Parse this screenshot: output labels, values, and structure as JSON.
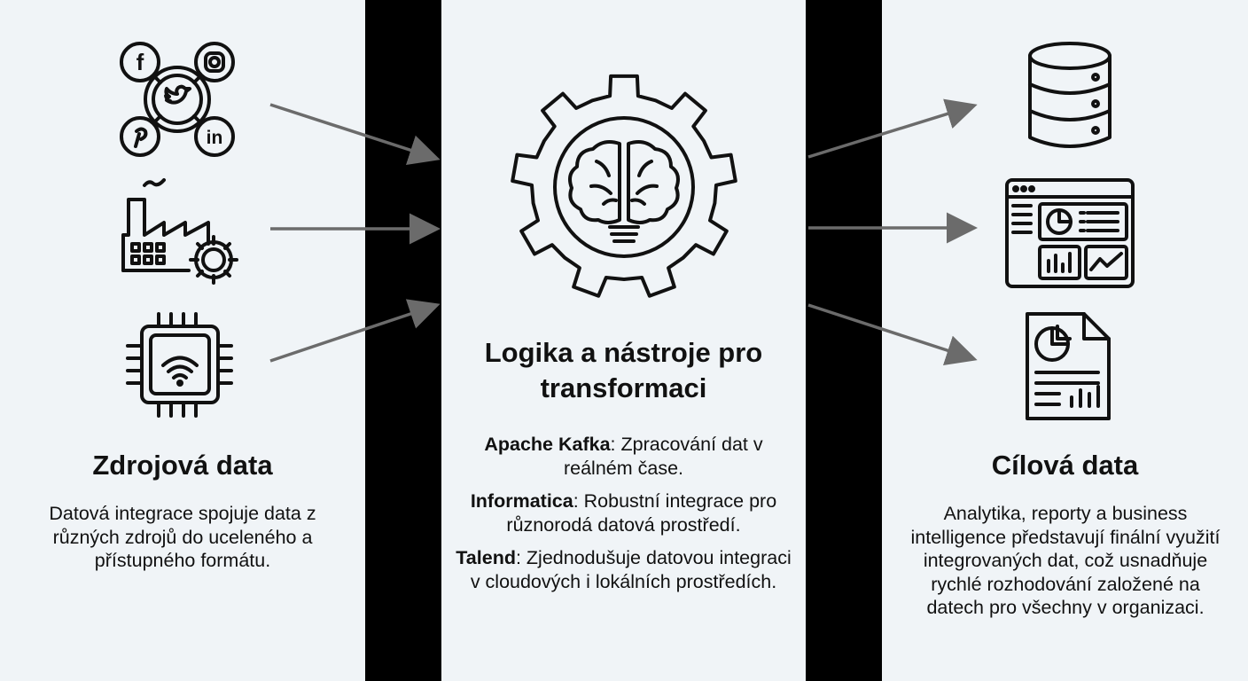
{
  "source": {
    "title": "Zdrojová data",
    "description": "Datová integrace spojuje data z různých zdrojů do uceleného a přístupného formátu.",
    "social_labels": {
      "facebook": "f",
      "linkedin": "in"
    }
  },
  "transform": {
    "title": "Logika a nástroje pro transformaci",
    "tools": [
      {
        "name": "Apache Kafka",
        "text": ": Zpracování dat v reálném čase."
      },
      {
        "name": "Informatica",
        "text": ": Robustní integrace pro různorodá datová prostředí."
      },
      {
        "name": "Talend",
        "text": ": Zjednodušuje datovou integraci v cloudových i lokálních prostředích."
      }
    ]
  },
  "target": {
    "title": "Cílová data",
    "description": "Analytika, reporty a business intelligence představují finální využití integrovaných dat, což usnadňuje rychlé rozhodování založené na datech pro všechny v organizaci."
  },
  "colors": {
    "panel": "#f0f4f7",
    "divider": "#000000",
    "arrow": "#6b6b6b",
    "ink": "#111111"
  }
}
